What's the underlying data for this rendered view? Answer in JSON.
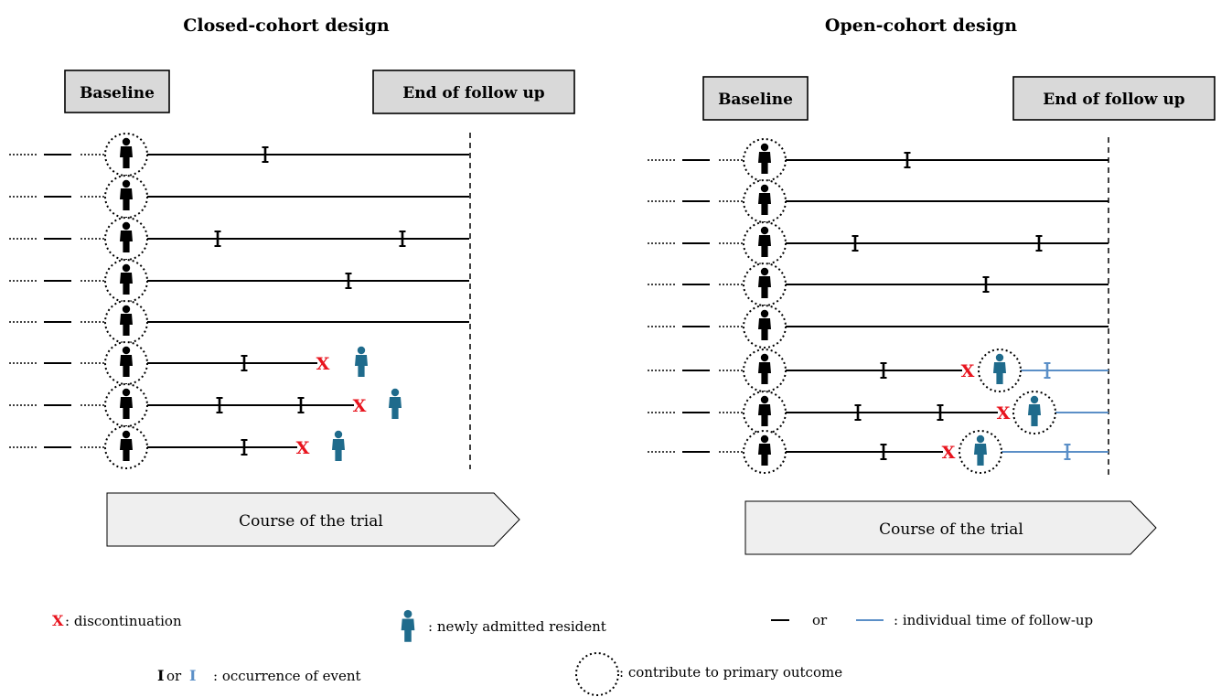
{
  "panels": {
    "closed": {
      "title": "Closed-cohort design",
      "baseline_label": "Baseline",
      "end_label": "End of follow up",
      "course_label": "Course of the trial",
      "rows": [
        {
          "events": [
            290
          ]
        },
        {
          "events": []
        },
        {
          "events": [
            238,
            440
          ]
        },
        {
          "events": [
            381
          ]
        },
        {
          "events": []
        },
        {
          "events": [
            267
          ],
          "dropout": {
            "end": 353,
            "newcomer": 395
          }
        },
        {
          "events": [
            240,
            329
          ],
          "dropout": {
            "end": 393,
            "newcomer": 432
          }
        },
        {
          "events": [
            267
          ],
          "dropout": {
            "end": 331,
            "newcomer": 370
          }
        }
      ]
    },
    "open": {
      "title": "Open-cohort design",
      "baseline_label": "Baseline",
      "end_label": "End of follow up",
      "course_label": "Course of the trial",
      "rows": [
        {
          "events": [
            992
          ]
        },
        {
          "events": []
        },
        {
          "events": [
            935,
            1136
          ]
        },
        {
          "events": [
            1078
          ]
        },
        {
          "events": []
        },
        {
          "events": [
            966
          ],
          "dropout": {
            "end": 1058,
            "newcomer": 1093,
            "blue_events": [
              1145
            ]
          }
        },
        {
          "events": [
            938,
            1028
          ],
          "dropout": {
            "end": 1097,
            "newcomer": 1131,
            "blue_events": []
          }
        },
        {
          "events": [
            966
          ],
          "dropout": {
            "end": 1037,
            "newcomer": 1072,
            "blue_events": [
              1167
            ]
          }
        }
      ]
    }
  },
  "legend": {
    "discontinuation_symbol": "X",
    "discontinuation_label": ": discontinuation",
    "event_symbol_black": "I",
    "event_or": "or",
    "event_symbol_blue": "I",
    "event_label": ": occurrence of event",
    "newcomer_label": ": newly admitted resident",
    "contribute_label": ": contribute to primary outcome",
    "line_or": "or",
    "line_label": ": individual time of follow-up"
  },
  "colors": {
    "discontinuation": "#e8141e",
    "newcomer": "#1f6b8c",
    "blue_line": "#5b8fc7",
    "box_fill": "#d9d9d9",
    "arrow_fill": "#efefef"
  }
}
